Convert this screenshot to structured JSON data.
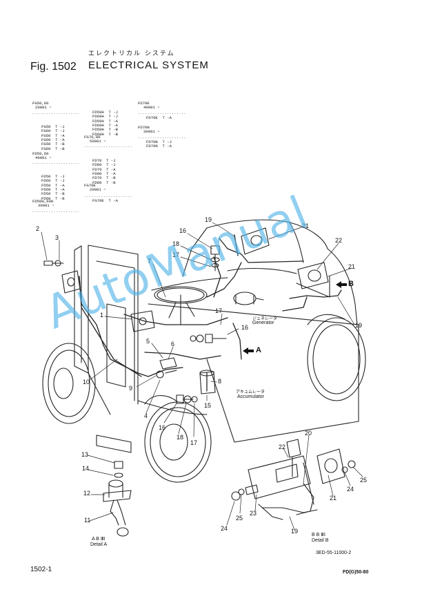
{
  "header": {
    "title_jp": "エレクトリカル システム",
    "fig_label": "Fig. 1502",
    "title": "ELECTRICAL SYSTEM"
  },
  "models": {
    "col1": [
      [
        "FG50,60",
        "20001 ~"
      ],
      [
        "FG50  T -J",
        "FG60  T -J",
        "FG50  T -A",
        "FG60  T -A",
        "FG50  T -B",
        "FG60  T -B"
      ],
      [
        "FD50,60",
        "40001 ~"
      ],
      [
        "FD50  T -J",
        "FD60  T -J",
        "FD50  T -A",
        "FD60  T -A",
        "FD50  T -B",
        "FD60  T -B"
      ],
      [
        "FD50H,60H",
        "30001 ~"
      ]
    ],
    "col2": [
      [
        "FD50H  T -J",
        "FD60H  T -J",
        "FD50H  T -A",
        "FD60H  T -A",
        "FD50H  T -B",
        "FD60H  T -B"
      ],
      [
        "FG70,80",
        "50001 ~"
      ],
      [
        "FD70  T -J",
        "FD80  T -J",
        "FD70  T -A",
        "FD80  T -A",
        "FD70  T -B",
        "FD80  T -B"
      ],
      [
        "FG70E",
        "20001 ~"
      ],
      [
        "FG70E  T -A"
      ]
    ],
    "col3": [
      [
        "FD70E",
        "40001 ~"
      ],
      [
        "FD70E  T -A"
      ],
      [
        "FD70N",
        "30001 ~"
      ],
      [
        "FD70N  T -J",
        "FD70N  T -A"
      ]
    ]
  },
  "callouts": [
    "2",
    "3",
    "16",
    "18",
    "17",
    "19",
    "21",
    "22",
    "21",
    "7",
    "1",
    "17",
    "16",
    "5",
    "6",
    "9",
    "8",
    "15",
    "10",
    "4",
    "16",
    "18",
    "17",
    "13",
    "14",
    "12",
    "11",
    "20",
    "22",
    "25",
    "24",
    "21",
    "24",
    "25",
    "23",
    "19",
    "19"
  ],
  "labels": {
    "generator_jp": "ジェネレータ",
    "generator": "Generator",
    "accumulator_jp": "アキュムレータ",
    "accumulator": "Accumulator",
    "arrow_a": "A",
    "arrow_b": "B",
    "detail_a_cols": "A  B  ⅢI",
    "detail_a": "Detail  A",
    "detail_b_cols": "B  B  ⅢI",
    "detail_b": "Detail  B"
  },
  "footer": {
    "page": "1502-1",
    "drawing_no": "3ED-55-11000-2",
    "model": "FD(G)50-80"
  },
  "watermark": "AutoManual"
}
